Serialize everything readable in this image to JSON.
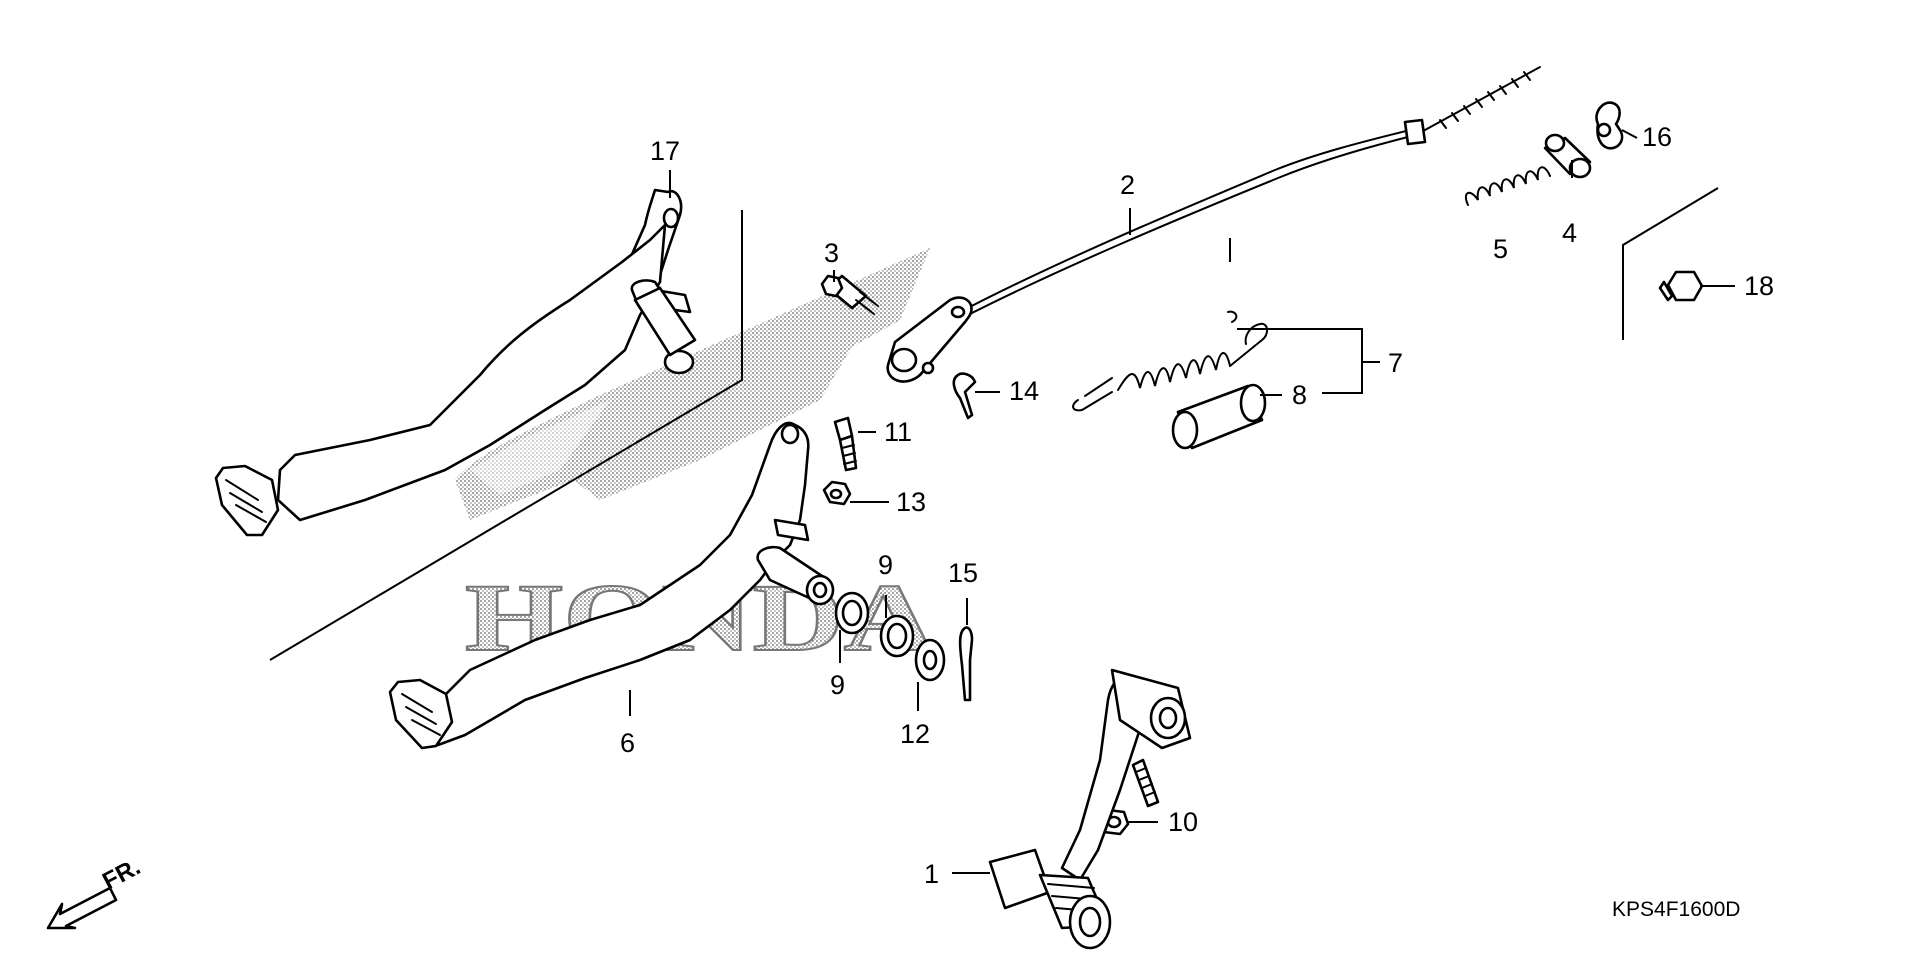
{
  "diagram": {
    "code": "KPS4F1600D",
    "direction_label": "FR.",
    "watermark": "HONDA",
    "callouts": [
      {
        "id": "c1",
        "label": "1"
      },
      {
        "id": "c2",
        "label": "2"
      },
      {
        "id": "c3",
        "label": "3"
      },
      {
        "id": "c4",
        "label": "4"
      },
      {
        "id": "c5",
        "label": "5"
      },
      {
        "id": "c6",
        "label": "6"
      },
      {
        "id": "c7",
        "label": "7"
      },
      {
        "id": "c8",
        "label": "8"
      },
      {
        "id": "c9a",
        "label": "9"
      },
      {
        "id": "c9b",
        "label": "9"
      },
      {
        "id": "c10",
        "label": "10"
      },
      {
        "id": "c11",
        "label": "11"
      },
      {
        "id": "c12",
        "label": "12"
      },
      {
        "id": "c13",
        "label": "13"
      },
      {
        "id": "c14",
        "label": "14"
      },
      {
        "id": "c15",
        "label": "15"
      },
      {
        "id": "c16",
        "label": "16"
      },
      {
        "id": "c17",
        "label": "17"
      },
      {
        "id": "c18",
        "label": "18"
      }
    ]
  }
}
